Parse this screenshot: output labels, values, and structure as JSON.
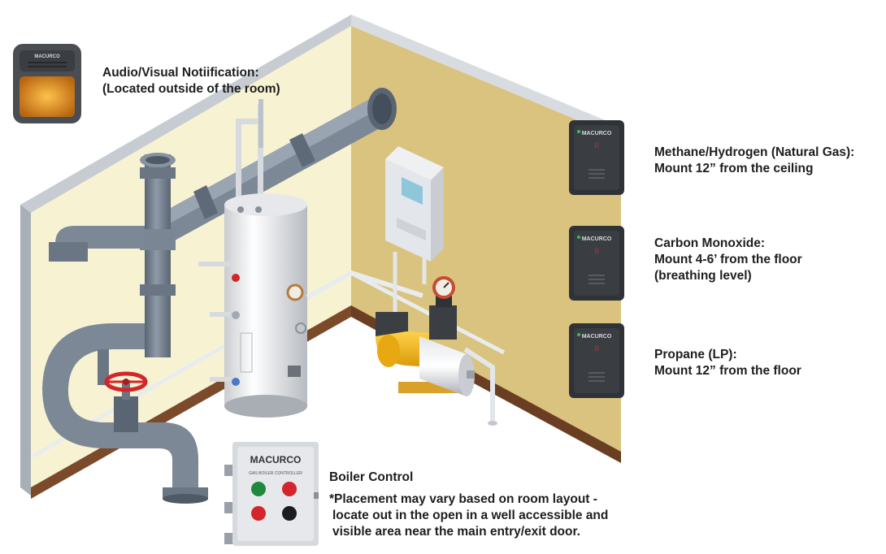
{
  "labels": {
    "notification": {
      "line1": "Audio/Visual Notiification:",
      "line2": "(Located outside of the room)"
    },
    "methane": {
      "line1": "Methane/Hydrogen (Natural Gas):",
      "line2": "Mount 12” from the ceiling"
    },
    "carbon_monoxide": {
      "line1": "Carbon Monoxide:",
      "line2": "Mount 4-6’ from the floor",
      "line3": "(breathing level)"
    },
    "propane": {
      "line1": "Propane (LP):",
      "line2": "Mount 12” from the floor"
    },
    "boiler_control": {
      "title": "Boiler Control",
      "note1": "*Placement may vary based on room layout -",
      "note2": "locate out in the open in a well accessible and",
      "note3": "visible area near the main entry/exit door."
    }
  },
  "devices": {
    "detector_brand": "MACURCO",
    "detector_display": "0",
    "horn_brand": "MACURCO",
    "controller_brand": "MACURCO",
    "controller_subtitle": "GAS BOILER CONTROLLER"
  },
  "colors": {
    "wall_left": "#f7f3d2",
    "wall_right": "#d9c37e",
    "wall_edge": "#c7ccd3",
    "baseboard": "#7a4a2a",
    "pipe": "#6e7a89",
    "pipe_dark": "#4f5a67",
    "valve_red": "#d2262c",
    "pump_yellow": "#f2b81d",
    "detector_body": "#2f3236",
    "display_red": "#e8212a",
    "strobe_amber": "#e8901f"
  }
}
